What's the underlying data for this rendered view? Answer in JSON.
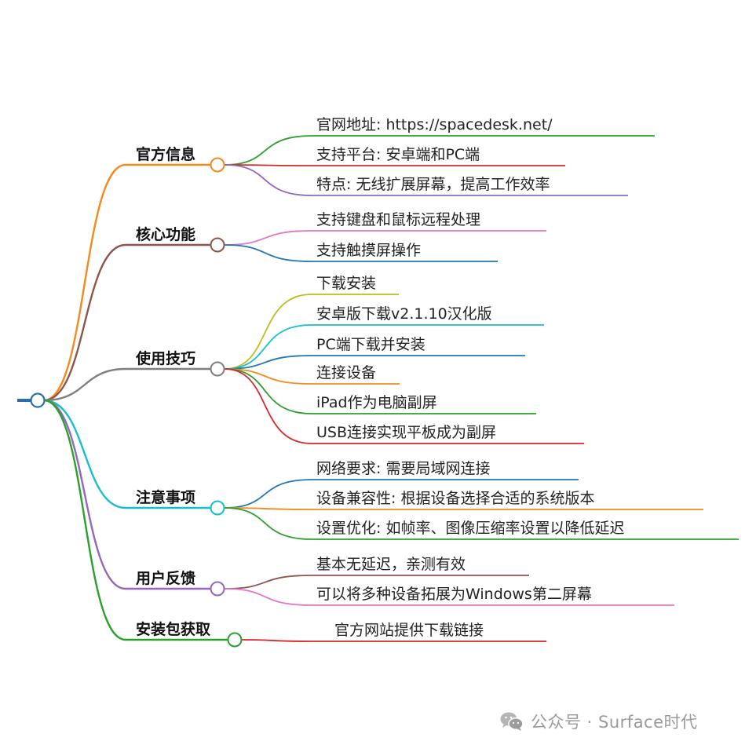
{
  "mindmap": {
    "branches": [
      {
        "label": "官方信息",
        "color": "#f28a1d",
        "children": [
          {
            "label": "官网地址: https://spacedesk.net/",
            "color": "#2ca02c"
          },
          {
            "label": "支持平台: 安卓端和PC端",
            "color": "#d62728"
          },
          {
            "label": "特点: 无线扩展屏幕，提高工作效率",
            "color": "#9467bd"
          }
        ]
      },
      {
        "label": "核心功能",
        "color": "#8c564b",
        "children": [
          {
            "label": "支持键盘和鼠标远程处理",
            "color": "#e377c2"
          },
          {
            "label": "支持触摸屏操作",
            "color": "#1f77b4"
          }
        ]
      },
      {
        "label": "使用技巧",
        "color": "#7f7f7f",
        "children": [
          {
            "label": "下载安装",
            "color": "#bcbd22"
          },
          {
            "label": "安卓版下载v2.1.10汉化版",
            "color": "#17becf"
          },
          {
            "label": "PC端下载并安装",
            "color": "#1f77b4"
          },
          {
            "label": "连接设备",
            "color": "#f28a1d"
          },
          {
            "label": "iPad作为电脑副屏",
            "color": "#2ca02c"
          },
          {
            "label": "USB连接实现平板成为副屏",
            "color": "#d62728"
          }
        ]
      },
      {
        "label": "注意事项",
        "color": "#17becf",
        "children": [
          {
            "label": "网络要求: 需要局域网连接",
            "color": "#1f77b4"
          },
          {
            "label": "设备兼容性: 根据设备选择合适的系统版本",
            "color": "#f28a1d"
          },
          {
            "label": "设置优化: 如帧率、图像压缩率设置以降低延迟",
            "color": "#2ca02c"
          }
        ]
      },
      {
        "label": "用户反馈",
        "color": "#9467bd",
        "children": [
          {
            "label": "基本无延迟，亲测有效",
            "color": "#8c564b"
          },
          {
            "label": "可以将多种设备拓展为Windows第二屏幕",
            "color": "#e377c2"
          }
        ]
      },
      {
        "label": "安装包获取",
        "color": "#2ca02c",
        "children": [
          {
            "label": "官方网站提供下载链接",
            "color": "#d62728"
          }
        ]
      }
    ]
  },
  "watermark": {
    "text": "公众号 · Surface时代",
    "icon": "wechat-icon"
  }
}
